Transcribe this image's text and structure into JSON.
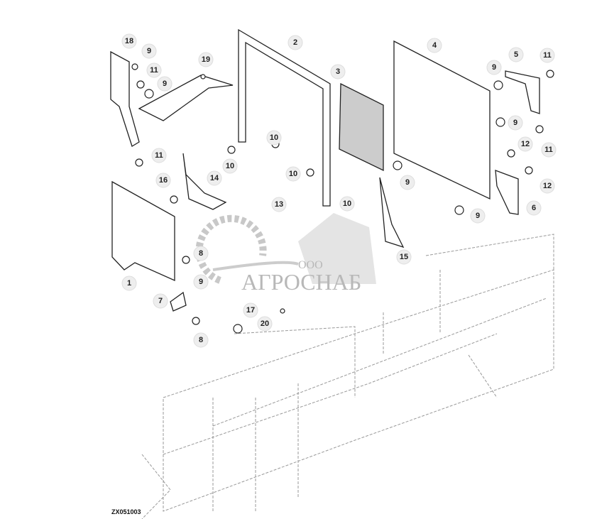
{
  "diagram": {
    "callouts": [
      "18",
      "9",
      "11",
      "9",
      "19",
      "2",
      "3",
      "4",
      "5",
      "11",
      "9",
      "9",
      "11",
      "12",
      "12",
      "6",
      "9",
      "9",
      "10",
      "10",
      "11",
      "16",
      "14",
      "13",
      "10",
      "10",
      "15",
      "1",
      "8",
      "9",
      "7",
      "8",
      "17",
      "20"
    ],
    "drawing_code": "ZX051003"
  },
  "watermark": {
    "prefix": "ООО",
    "name": "АГРОСНАБ"
  },
  "colors": {
    "line": "#222222",
    "chassis": "#999999",
    "callout_bg": "#eeeeee",
    "watermark": "#b8b8b8"
  }
}
